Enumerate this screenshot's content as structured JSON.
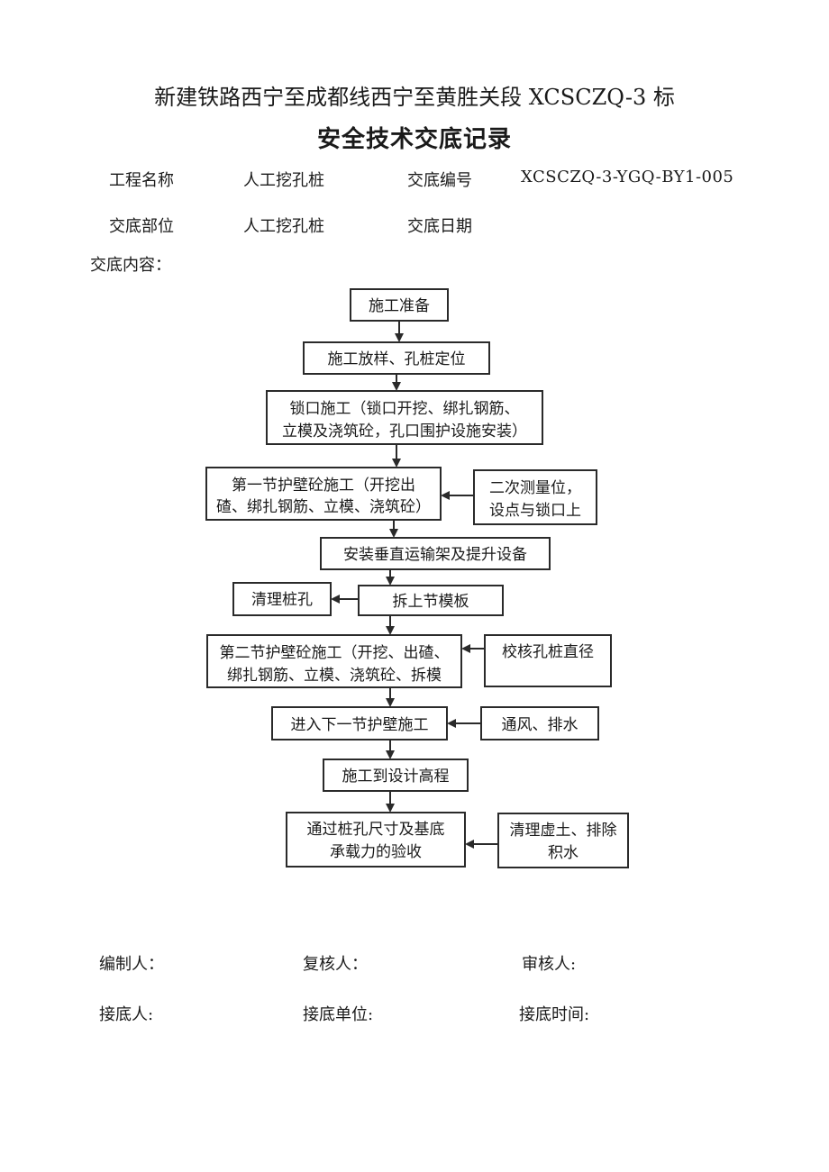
{
  "header": {
    "project_title": "新建铁路西宁至成都线西宁至黄胜关段 XCSCZQ-3 标",
    "doc_title": "安全技术交底记录"
  },
  "info": {
    "project_name_label": "工程名称",
    "project_name_value": "人工挖孔桩",
    "code_label": "交底编号",
    "code_value": "XCSCZQ-3-YGQ-BY1-005",
    "part_label": "交底部位",
    "part_value": "人工挖孔桩",
    "date_label": "交底日期",
    "date_value": "",
    "content_label": "交底内容："
  },
  "flowchart": {
    "steps": [
      [
        "施工准备"
      ],
      [
        "施工放样、孔桩定位"
      ],
      [
        "锁口施工（锁口开挖、绑扎钢筋、",
        "立模及浇筑砼，孔口围护设施安装）"
      ],
      [
        "第一节护壁砼施工（开挖出",
        "碴、绑扎钢筋、立模、浇筑砼）"
      ],
      [
        "安装垂直运输架及提升设备"
      ],
      [
        "拆上节模板"
      ],
      [
        "第二节护壁砼施工（开挖、出碴、",
        "绑扎钢筋、立模、浇筑砼、拆模"
      ],
      [
        "进入下一节护壁施工"
      ],
      [
        "施工到设计高程"
      ],
      [
        "通过桩孔尺寸及基底",
        "承载力的验收"
      ]
    ],
    "side_inputs": [
      [
        "二次测量位，",
        "设点与锁口上"
      ],
      [
        "校核孔桩直径"
      ],
      [
        "通风、排水"
      ],
      [
        "清理虚土、排除",
        "积水"
      ]
    ],
    "side_output": [
      "清理桩孔"
    ]
  },
  "signatures": {
    "compiler": "编制人：",
    "reviewer": "复核人：",
    "approver": "审核人:",
    "receiver": "接底人:",
    "receiver_unit": "接底单位:",
    "receive_time": "接底时间:"
  }
}
